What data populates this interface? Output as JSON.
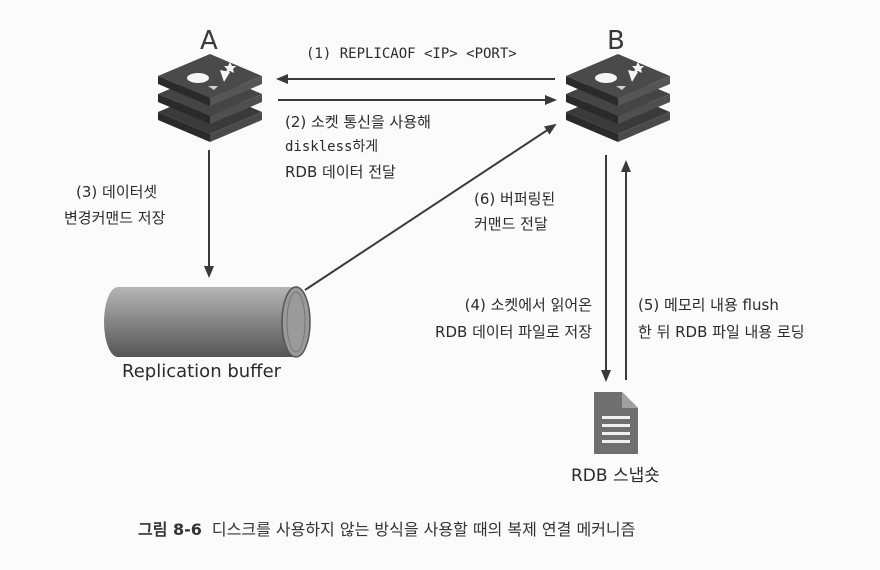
{
  "nodes": {
    "a_title": "A",
    "b_title": "B",
    "buffer": "Replication buffer",
    "snapshot": "RDB 스냅숏"
  },
  "edges": {
    "step1": "(1) REPLICAOF <IP> <PORT>",
    "step2": [
      "(2) 소켓 통신을 사용해",
      "diskless하게",
      "RDB 데이터 전달"
    ],
    "step3": [
      "(3) 데이터셋",
      "변경커맨드 저장"
    ],
    "step4": [
      "(4) 소켓에서 읽어온",
      "RDB 데이터 파일로 저장"
    ],
    "step5": [
      "(5) 메모리 내용 flush",
      "한 뒤 RDB 파일 내용 로딩"
    ],
    "step6": [
      "(6) 버퍼링된",
      "커맨드 전달"
    ]
  },
  "caption": {
    "number": "그림 8-6",
    "text": "디스크를 사용하지 않는 방식을 사용할 때의 복제 연결 메커니즘"
  },
  "colors": {
    "redis_dark": "#3a3a3a",
    "redis_mid": "#6e6e6e",
    "cylinder_body": "#8a8a8a",
    "cylinder_shade": "#555555",
    "arrow": "#3a3a3a",
    "document": "#707070"
  },
  "icons": {
    "server_a": "redis-stack-icon",
    "server_b": "redis-stack-icon",
    "buffer": "cylinder-buffer-icon",
    "snapshot": "document-icon"
  }
}
